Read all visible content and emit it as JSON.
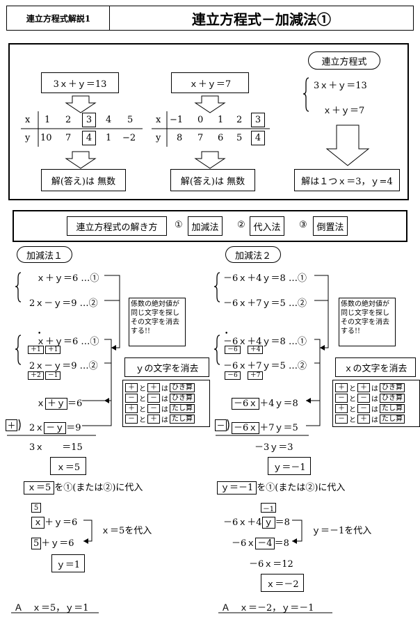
{
  "header": {
    "left": "連立方程式解説1",
    "title": "連立方程式－加減法①"
  },
  "intro": {
    "eq1": "3ｘ＋ｙ＝13",
    "eq2": "ｘ＋ｙ＝7",
    "table1": {
      "xs": [
        "1",
        "2",
        "3",
        "4",
        "5"
      ],
      "ys": [
        "10",
        "7",
        "4",
        "1",
        "−2"
      ]
    },
    "table2": {
      "xs": [
        "−1",
        "0",
        "1",
        "2",
        "3"
      ],
      "ys": [
        "8",
        "7",
        "6",
        "5",
        "4"
      ]
    },
    "var_x": "x",
    "var_y": "y",
    "ans1": "解(答え)は 無数",
    "ans2": "解(答え)は 無数",
    "system_label": "連立方程式",
    "sys_eq1": "3ｘ＋ｙ＝13",
    "sys_eq2": "ｘ＋ｙ＝7",
    "sys_answer": "解は１つｘ＝3，ｙ=4"
  },
  "methods": {
    "label": "連立方程式の解き方",
    "m1_num": "①",
    "m1": "加減法",
    "m2_num": "②",
    "m2": "代入法",
    "m3_num": "③",
    "m3": "倒置法"
  },
  "left": {
    "title": "加減法１",
    "eq1": "ｘ＋ｙ＝6 …①",
    "eq2": "2ｘ－ｙ＝9 …②",
    "note": "係数の絶対値が同じ文字を探しその文字を消去する!!",
    "eq1b": "ｘ＋ｙ＝6 …①",
    "eq2b": "2ｘ－ｙ＝9 …②",
    "s1a": "＋1",
    "s1b": "＋1",
    "s2a": "＋2",
    "s2b": "－1",
    "erase": "ｙの文字を消去",
    "add_a_pre": "ｘ",
    "add_a_box": "＋ｙ",
    "add_a_post": "＝6",
    "plus": "＋",
    "add_b_pre": "2ｘ",
    "add_b_box": "－ｙ",
    "add_b_post": "＝9",
    "sum": "3ｘ　　＝15",
    "x_result": "ｘ＝5",
    "sub_box": "ｘ＝5",
    "sub_text": "を①(または②)に代入",
    "small5": "5",
    "e1_box": "ｘ",
    "e1_post": "＋ｙ＝6",
    "e2_box": "5",
    "e2_post": "＋ｙ＝6",
    "sub_note": "ｘ＝5を代入",
    "y_result": "ｙ＝1",
    "answer": "Ａ　ｘ＝5，ｙ＝1"
  },
  "right": {
    "title": "加減法２",
    "eq1": "－6ｘ＋4ｙ＝8 …①",
    "eq2": "－6ｘ＋7ｙ＝5 …②",
    "note": "係数の絶対値が同じ文字を探しその文字を消去する!!",
    "eq1b": "－6ｘ＋4ｙ＝8 …①",
    "eq2b": "－6ｘ＋7ｙ＝5 …②",
    "s1a": "－6",
    "s1b": "＋4",
    "s2a": "－6",
    "s2b": "＋7",
    "erase": "ｘの文字を消去",
    "sub_a_box": "－6ｘ",
    "sub_a_post": "＋4ｙ＝8",
    "minus": "－",
    "sub_b_box": "－6ｘ",
    "sub_b_post": "＋7ｙ＝5",
    "diff": "－3ｙ＝3",
    "y_result": "ｙ＝－1",
    "sub_box": "ｙ＝－1",
    "sub_text": "を①(または②)に代入",
    "small": "－1",
    "e1_pre": "－6ｘ＋4",
    "e1_box": "ｙ",
    "e1_post": "＝8",
    "e2_pre": "－6ｘ",
    "e2_box": "－4",
    "e2_post": "＝8",
    "e3": "－6ｘ＝12",
    "sub_note": "ｙ＝－1を代入",
    "x_result": "ｘ＝－2",
    "answer": "Ａ　ｘ＝－2，ｙ＝－1"
  },
  "rules": [
    {
      "a": "＋",
      "b": "＋",
      "ha": "と",
      "wa": "は",
      "op": "ひき算"
    },
    {
      "a": "－",
      "b": "－",
      "ha": "と",
      "wa": "は",
      "op": "ひき算"
    },
    {
      "a": "＋",
      "b": "－",
      "ha": "と",
      "wa": "は",
      "op": "たし算"
    },
    {
      "a": "－",
      "b": "＋",
      "ha": "と",
      "wa": "は",
      "op": "たし算"
    }
  ]
}
